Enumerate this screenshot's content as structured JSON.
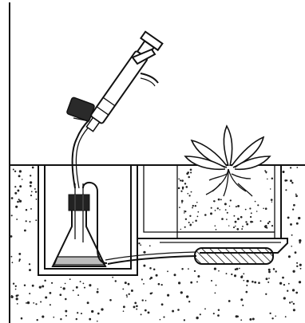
{
  "diagram": {
    "type": "soil-water-sampling-apparatus",
    "labels": [],
    "colors": {
      "line": "#111111",
      "soil_dots": "#222222",
      "background": "#ffffff",
      "liquid": "#bdbdbd",
      "pump_body": "#ffffff",
      "gauge": "#2a2a2a"
    },
    "components": [
      "hand-vacuum-pump",
      "pressure-gauge",
      "suction-tubing",
      "stoppered-collection-flask",
      "collection-pit",
      "root-zone-pit",
      "plant",
      "hatched-porous-sampler"
    ]
  }
}
